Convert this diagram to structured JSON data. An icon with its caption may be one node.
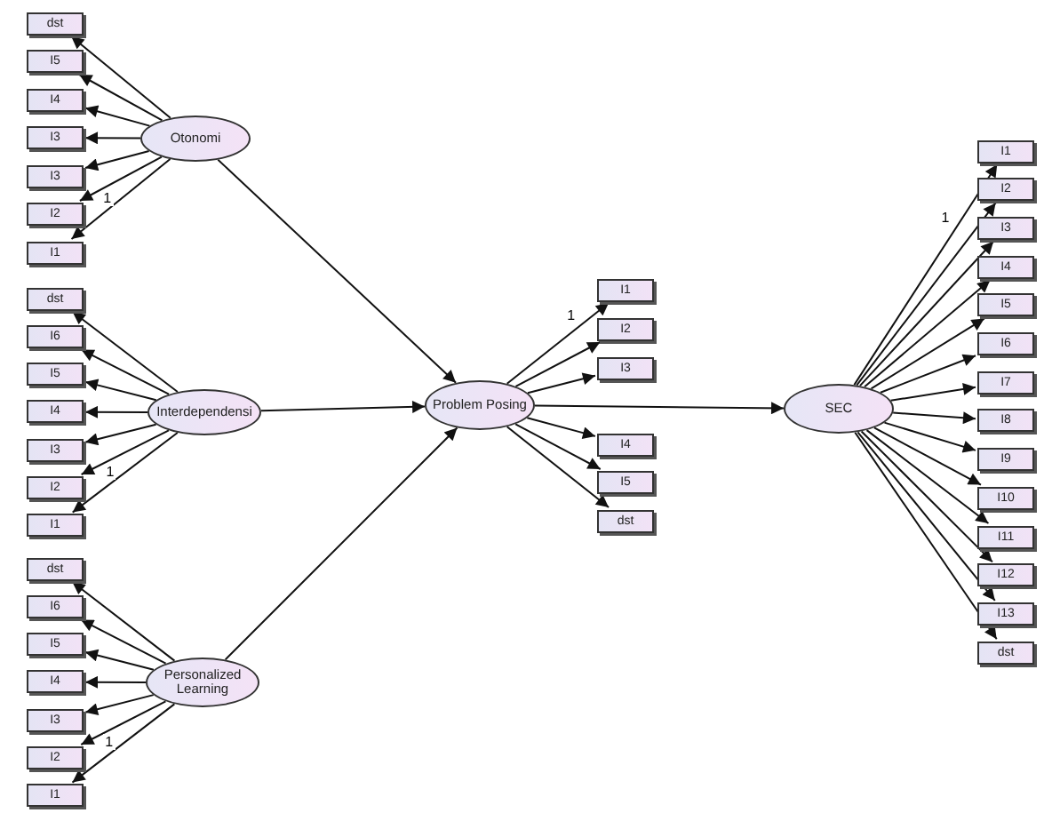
{
  "diagram": {
    "nodes": [
      {
        "text": [
          "dst"
        ]
      },
      {
        "text": [
          "I5"
        ]
      },
      {
        "text": [
          "I4"
        ]
      },
      {
        "text": [
          "I3"
        ]
      },
      {
        "text": [
          "I3"
        ]
      },
      {
        "text": [
          "I2"
        ]
      },
      {
        "text": [
          "I1"
        ]
      },
      {
        "text": [
          "Otonomi"
        ]
      },
      {
        "text": [
          "dst"
        ]
      },
      {
        "text": [
          "I6"
        ]
      },
      {
        "text": [
          "I5"
        ]
      },
      {
        "text": [
          "I4"
        ]
      },
      {
        "text": [
          "I3"
        ]
      },
      {
        "text": [
          "I2"
        ]
      },
      {
        "text": [
          "I1"
        ]
      },
      {
        "text": [
          "Interdependensi"
        ]
      },
      {
        "text": [
          "dst"
        ]
      },
      {
        "text": [
          "I6"
        ]
      },
      {
        "text": [
          "I5"
        ]
      },
      {
        "text": [
          "I4"
        ]
      },
      {
        "text": [
          "I3"
        ]
      },
      {
        "text": [
          "I2"
        ]
      },
      {
        "text": [
          "I1"
        ]
      },
      {
        "text": [
          "Personalized Learning"
        ]
      },
      {
        "text": [
          "Problem Posing"
        ]
      },
      {
        "text": [
          "I1"
        ]
      },
      {
        "text": [
          "I2"
        ]
      },
      {
        "text": [
          "I3"
        ]
      },
      {
        "text": [
          "I4"
        ]
      },
      {
        "text": [
          "I5"
        ]
      },
      {
        "text": [
          "dst"
        ]
      },
      {
        "text": [
          "SEC"
        ]
      },
      {
        "text": [
          "I1"
        ]
      },
      {
        "text": [
          "I2"
        ]
      },
      {
        "text": [
          "I3"
        ]
      },
      {
        "text": [
          "I4"
        ]
      },
      {
        "text": [
          "I5"
        ]
      },
      {
        "text": [
          "I6"
        ]
      },
      {
        "text": [
          "I7"
        ]
      },
      {
        "text": [
          "I8"
        ]
      },
      {
        "text": [
          "I9"
        ]
      },
      {
        "text": [
          "I10"
        ]
      },
      {
        "text": [
          "I11"
        ]
      },
      {
        "text": [
          "I12"
        ]
      },
      {
        "text": [
          "I13"
        ]
      },
      {
        "text": [
          "dst"
        ]
      }
    ],
    "edges": [
      {
        "from": 7,
        "to": 0,
        "arrow": "to"
      },
      {
        "from": 7,
        "to": 1,
        "arrow": "to"
      },
      {
        "from": 7,
        "to": 2,
        "arrow": "to"
      },
      {
        "from": 7,
        "to": 3,
        "arrow": "to"
      },
      {
        "from": 7,
        "to": 4,
        "arrow": "to"
      },
      {
        "from": 7,
        "to": 5,
        "arrow": "to",
        "label": "1"
      },
      {
        "from": 7,
        "to": 6,
        "arrow": "to"
      },
      {
        "from": 15,
        "to": 8,
        "arrow": "to"
      },
      {
        "from": 15,
        "to": 9,
        "arrow": "to"
      },
      {
        "from": 15,
        "to": 10,
        "arrow": "to"
      },
      {
        "from": 15,
        "to": 11,
        "arrow": "to"
      },
      {
        "from": 15,
        "to": 12,
        "arrow": "to"
      },
      {
        "from": 15,
        "to": 13,
        "arrow": "to",
        "label": "1"
      },
      {
        "from": 15,
        "to": 14,
        "arrow": "to"
      },
      {
        "from": 23,
        "to": 16,
        "arrow": "to"
      },
      {
        "from": 23,
        "to": 17,
        "arrow": "to"
      },
      {
        "from": 23,
        "to": 18,
        "arrow": "to"
      },
      {
        "from": 23,
        "to": 19,
        "arrow": "to"
      },
      {
        "from": 23,
        "to": 20,
        "arrow": "to"
      },
      {
        "from": 23,
        "to": 21,
        "arrow": "to",
        "label": "1"
      },
      {
        "from": 23,
        "to": 22,
        "arrow": "to"
      },
      {
        "from": 7,
        "to": 24,
        "arrow": "to"
      },
      {
        "from": 15,
        "to": 24,
        "arrow": "to"
      },
      {
        "from": 23,
        "to": 24,
        "arrow": "to"
      },
      {
        "from": 24,
        "to": 25,
        "arrow": "to",
        "label": "1"
      },
      {
        "from": 24,
        "to": 26,
        "arrow": "to"
      },
      {
        "from": 24,
        "to": 27,
        "arrow": "to"
      },
      {
        "from": 24,
        "to": 28,
        "arrow": "to"
      },
      {
        "from": 24,
        "to": 29,
        "arrow": "to"
      },
      {
        "from": 24,
        "to": 30,
        "arrow": "to"
      },
      {
        "from": 24,
        "to": 31,
        "arrow": "to"
      },
      {
        "from": 31,
        "to": 32,
        "arrow": "to",
        "label": "1"
      },
      {
        "from": 31,
        "to": 33,
        "arrow": "to"
      },
      {
        "from": 31,
        "to": 34,
        "arrow": "to"
      },
      {
        "from": 31,
        "to": 35,
        "arrow": "to"
      },
      {
        "from": 31,
        "to": 36,
        "arrow": "to"
      },
      {
        "from": 31,
        "to": 37,
        "arrow": "to"
      },
      {
        "from": 31,
        "to": 38,
        "arrow": "to"
      },
      {
        "from": 31,
        "to": 39,
        "arrow": "to"
      },
      {
        "from": 31,
        "to": 40,
        "arrow": "to"
      },
      {
        "from": 31,
        "to": 41,
        "arrow": "to"
      },
      {
        "from": 31,
        "to": 42,
        "arrow": "to"
      },
      {
        "from": 31,
        "to": 43,
        "arrow": "to"
      },
      {
        "from": 31,
        "to": 44,
        "arrow": "to"
      },
      {
        "from": 31,
        "to": 45,
        "arrow": "to"
      }
    ]
  }
}
